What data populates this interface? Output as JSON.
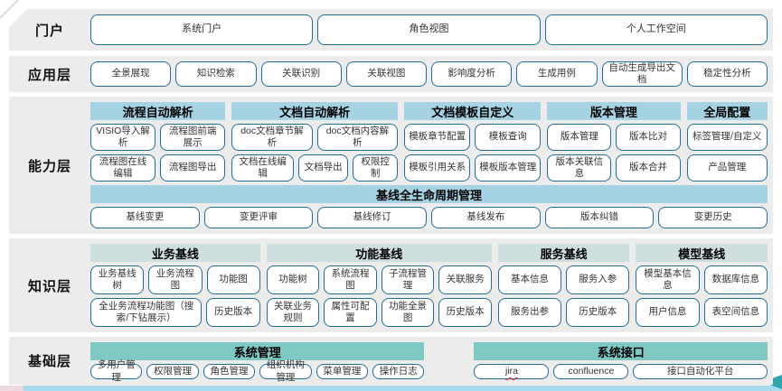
{
  "colors": {
    "band_bg": "#ececec",
    "capability_header": "#a6d3e4",
    "knowledge_header": "#cfdede",
    "foundation_header": "#7fc9c4",
    "button_border": "#226f93",
    "bottom_bar": "#a9daee",
    "arrow": "#2fa6ad",
    "spellcheck_underline": "#e0342f"
  },
  "layers": [
    {
      "name": "portal-layer",
      "label": "门户",
      "rows": [
        [
          "系统门户",
          "角色视图",
          "个人工作空间"
        ]
      ]
    },
    {
      "name": "application-layer",
      "label": "应用层",
      "rows": [
        [
          "全景展现",
          "知识检索",
          "关联识别",
          "关联视图",
          "影响度分析",
          "生成用例",
          "自动生成导出文档",
          "稳定性分析"
        ]
      ]
    },
    {
      "name": "capability-layer",
      "label": "能力层",
      "theme": "blue",
      "groups": [
        {
          "header": "流程自动解析",
          "flex": 150,
          "rows": [
            [
              "VISIO导入解析",
              "流程图前端展示"
            ],
            [
              "流程图在线编辑",
              "流程图导出"
            ]
          ]
        },
        {
          "header": "文档自动解析",
          "flex": 185,
          "rows": [
            [
              "doc文档章节解析",
              "doc文档内容解析"
            ],
            [
              {
                "label": "文档在线编辑",
                "flex": 1.25
              },
              {
                "label": "文档导出",
                "flex": 0.95
              },
              {
                "label": "权限控制",
                "flex": 0.85
              }
            ]
          ]
        },
        {
          "header": "文档模板自定义",
          "flex": 152,
          "rows": [
            [
              "模板章节配置",
              "模板查询"
            ],
            [
              "模板引用关系",
              "模板版本管理"
            ]
          ]
        },
        {
          "header": "版本管理",
          "flex": 148,
          "rows": [
            [
              "版本管理",
              "版本比对"
            ],
            [
              "版本关联信息",
              "版本合并"
            ]
          ]
        },
        {
          "header": "全局配置",
          "flex": 90,
          "rows": [
            [
              "标签管理/自定义"
            ],
            [
              "产品管理"
            ]
          ]
        }
      ],
      "banner": {
        "header": "基线全生命周期管理",
        "buttons": [
          "基线变更",
          "变更评审",
          "基线修订",
          "基线发布",
          "版本纠错",
          "变更历史"
        ]
      }
    },
    {
      "name": "knowledge-layer",
      "label": "知识层",
      "theme": "pale",
      "groups": [
        {
          "header": "业务基线",
          "flex": 187,
          "rows": [
            [
              "业务基线树",
              "业务流程图",
              "功能图"
            ],
            [
              {
                "label": "全业务流程功能图（搜索/下钻展示）",
                "flex": 2.3
              },
              "历史版本"
            ]
          ]
        },
        {
          "header": "功能基线",
          "flex": 248,
          "rows": [
            [
              "功能树",
              "系统流程图",
              "子流程管理",
              "关联服务"
            ],
            [
              "关联业务规则",
              "属性可配置",
              "功能全景图",
              "历史版本"
            ]
          ]
        },
        {
          "header": "服务基线",
          "flex": 145,
          "rows": [
            [
              "基本信息",
              "服务入参"
            ],
            [
              "服务出参",
              "历史版本"
            ]
          ]
        },
        {
          "header": "模型基线",
          "flex": 145,
          "rows": [
            [
              "模型基本信息",
              "数据库信息"
            ],
            [
              "用户信息",
              "表空间信息"
            ]
          ]
        }
      ]
    },
    {
      "name": "foundation-layer",
      "label": "基础层",
      "theme": "teal",
      "groups": [
        {
          "header": "系统管理",
          "flex": 370,
          "rows": [
            [
              "多用户管理",
              "权限管理",
              "角色管理",
              "组织机构管理",
              "菜单管理",
              "操作日志"
            ]
          ]
        },
        {
          "header": "系统接口",
          "flex": 325,
          "gap_before": true,
          "rows": [
            [
              {
                "label": "jira",
                "variant": "spellcheck"
              },
              "confluence",
              {
                "label": "接口自动化平台",
                "flex": 1.9
              }
            ]
          ]
        }
      ]
    }
  ]
}
